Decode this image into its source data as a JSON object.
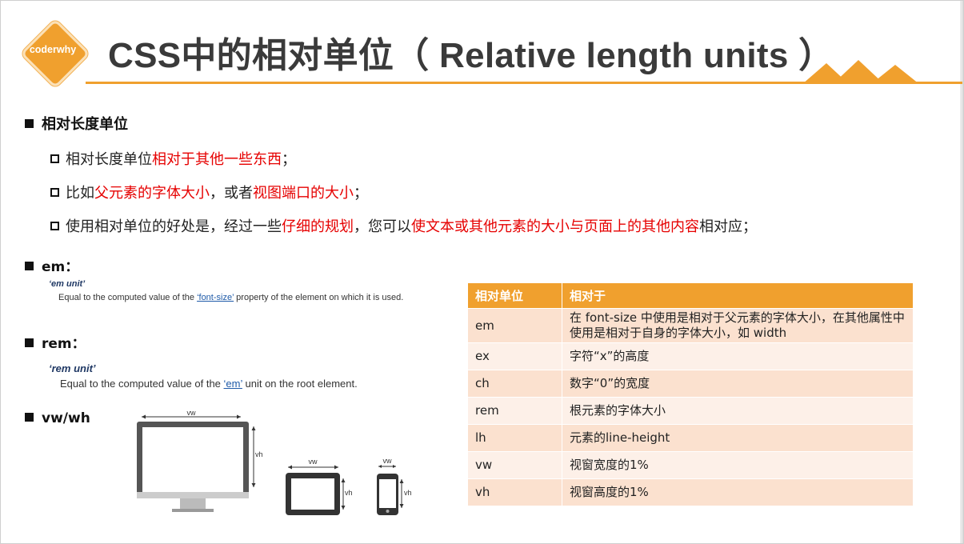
{
  "logo": {
    "text": "coderwhy"
  },
  "title": "CSS中的相对单位（ Relative length units ）",
  "colors": {
    "accent": "#f0a02e",
    "highlight": "#e60000"
  },
  "section1": {
    "heading": "相对长度单位",
    "bullets": [
      {
        "parts": [
          {
            "t": "相对长度单位",
            "r": false
          },
          {
            "t": "相对于其他一些东西",
            "r": true
          },
          {
            "t": "；",
            "r": false
          }
        ]
      },
      {
        "parts": [
          {
            "t": "比如",
            "r": false
          },
          {
            "t": "父元素的字体大小",
            "r": true
          },
          {
            "t": "，或者",
            "r": false
          },
          {
            "t": "视图端口的大小",
            "r": true
          },
          {
            "t": "；",
            "r": false
          }
        ]
      },
      {
        "parts": [
          {
            "t": "使用相对单位的好处是，经过一些",
            "r": false
          },
          {
            "t": "仔细的规划",
            "r": true
          },
          {
            "t": "，您可以",
            "r": false
          },
          {
            "t": "使文本或其他元素的大小与页面上的其他内容",
            "r": true
          },
          {
            "t": "相对应；",
            "r": false
          }
        ]
      }
    ]
  },
  "em": {
    "heading": "em：",
    "term": "‘em unit’",
    "body_before": "Equal to the computed value of the ",
    "link": "‘font-size’",
    "body_after": " property of the element on which it is used."
  },
  "rem": {
    "heading": "rem：",
    "term": "‘rem unit’",
    "body_before": "Equal to the computed value of the ",
    "link": "‘em’",
    "body_after": " unit on the root element."
  },
  "vw": {
    "heading": "vw/wh",
    "label_w": "vw",
    "label_h": "vh"
  },
  "table": {
    "headers": [
      "相对单位",
      "相对于"
    ],
    "rows": [
      [
        "em",
        "在 font-size 中使用是相对于父元素的字体大小，在其他属性中使用是相对于自身的字体大小，如 width"
      ],
      [
        "ex",
        "字符“x”的高度"
      ],
      [
        "ch",
        "数字“0”的宽度"
      ],
      [
        "rem",
        "根元素的字体大小"
      ],
      [
        "lh",
        "元素的line-height"
      ],
      [
        "vw",
        "视窗宽度的1%"
      ],
      [
        "vh",
        "视窗高度的1%"
      ]
    ]
  }
}
